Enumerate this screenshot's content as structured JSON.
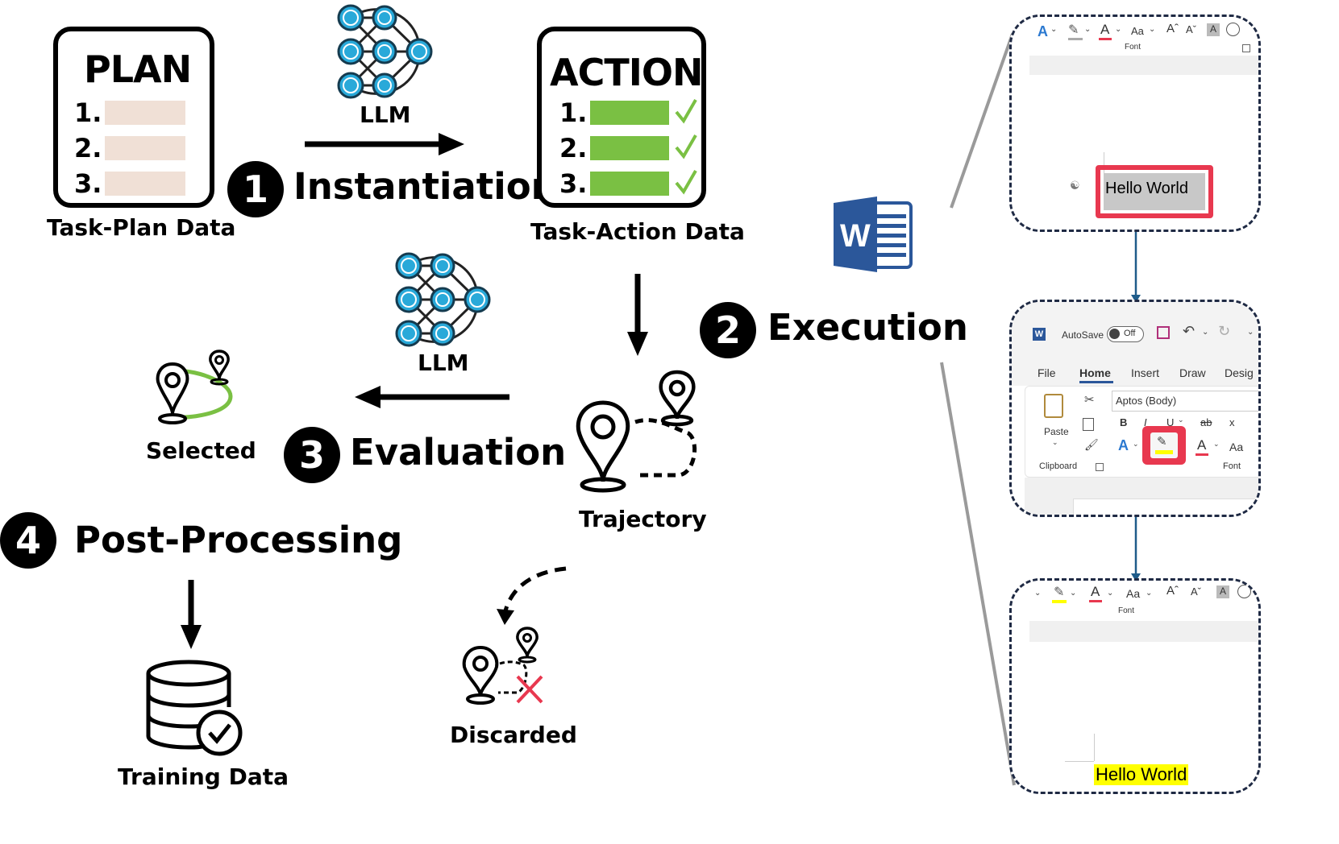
{
  "steps": {
    "s1": {
      "num": "1",
      "label": "Instantiation"
    },
    "s2": {
      "num": "2",
      "label": "Execution"
    },
    "s3": {
      "num": "3",
      "label": "Evaluation"
    },
    "s4": {
      "num": "4",
      "label": "Post-Processing"
    }
  },
  "plan_card": {
    "title": "PLAN",
    "rows": [
      "1.",
      "2.",
      "3."
    ],
    "caption": "Task-Plan Data",
    "bar_color": "#f0e0d6"
  },
  "action_card": {
    "title": "ACTION",
    "rows": [
      "1.",
      "2.",
      "3."
    ],
    "caption": "Task-Action Data",
    "bar_color": "#7ac043",
    "check_icon": "check-icon"
  },
  "llm_top": {
    "label": "LLM"
  },
  "llm_mid": {
    "label": "LLM"
  },
  "trajectory": {
    "label": "Trajectory"
  },
  "selected": {
    "label": "Selected"
  },
  "discarded": {
    "label": "Discarded"
  },
  "training": {
    "label": "Training Data"
  },
  "colors": {
    "node_fill": "#29a9d9",
    "node_ring": "#153b4f",
    "highlight_red": "#e8384f",
    "highlight_yellow": "#ffff00",
    "word_blue": "#2b579a",
    "panel_border": "#1f2a44"
  },
  "panel1": {
    "font_group": "Font",
    "aa_label": "Aa",
    "text": "Hello World"
  },
  "panel2": {
    "autosave": "AutoSave",
    "toggle": "Off",
    "tabs": [
      "File",
      "Home",
      "Insert",
      "Draw",
      "Desig"
    ],
    "font_name": "Aptos (Body)",
    "paste": "Paste",
    "clipboard": "Clipboard",
    "font_group": "Font",
    "bold": "B",
    "italic": "I",
    "underline": "U",
    "strike": "ab",
    "subscript": "x",
    "aa_label": "Aa"
  },
  "panel3": {
    "font_group": "Font",
    "aa_label": "Aa",
    "text": "Hello World"
  }
}
